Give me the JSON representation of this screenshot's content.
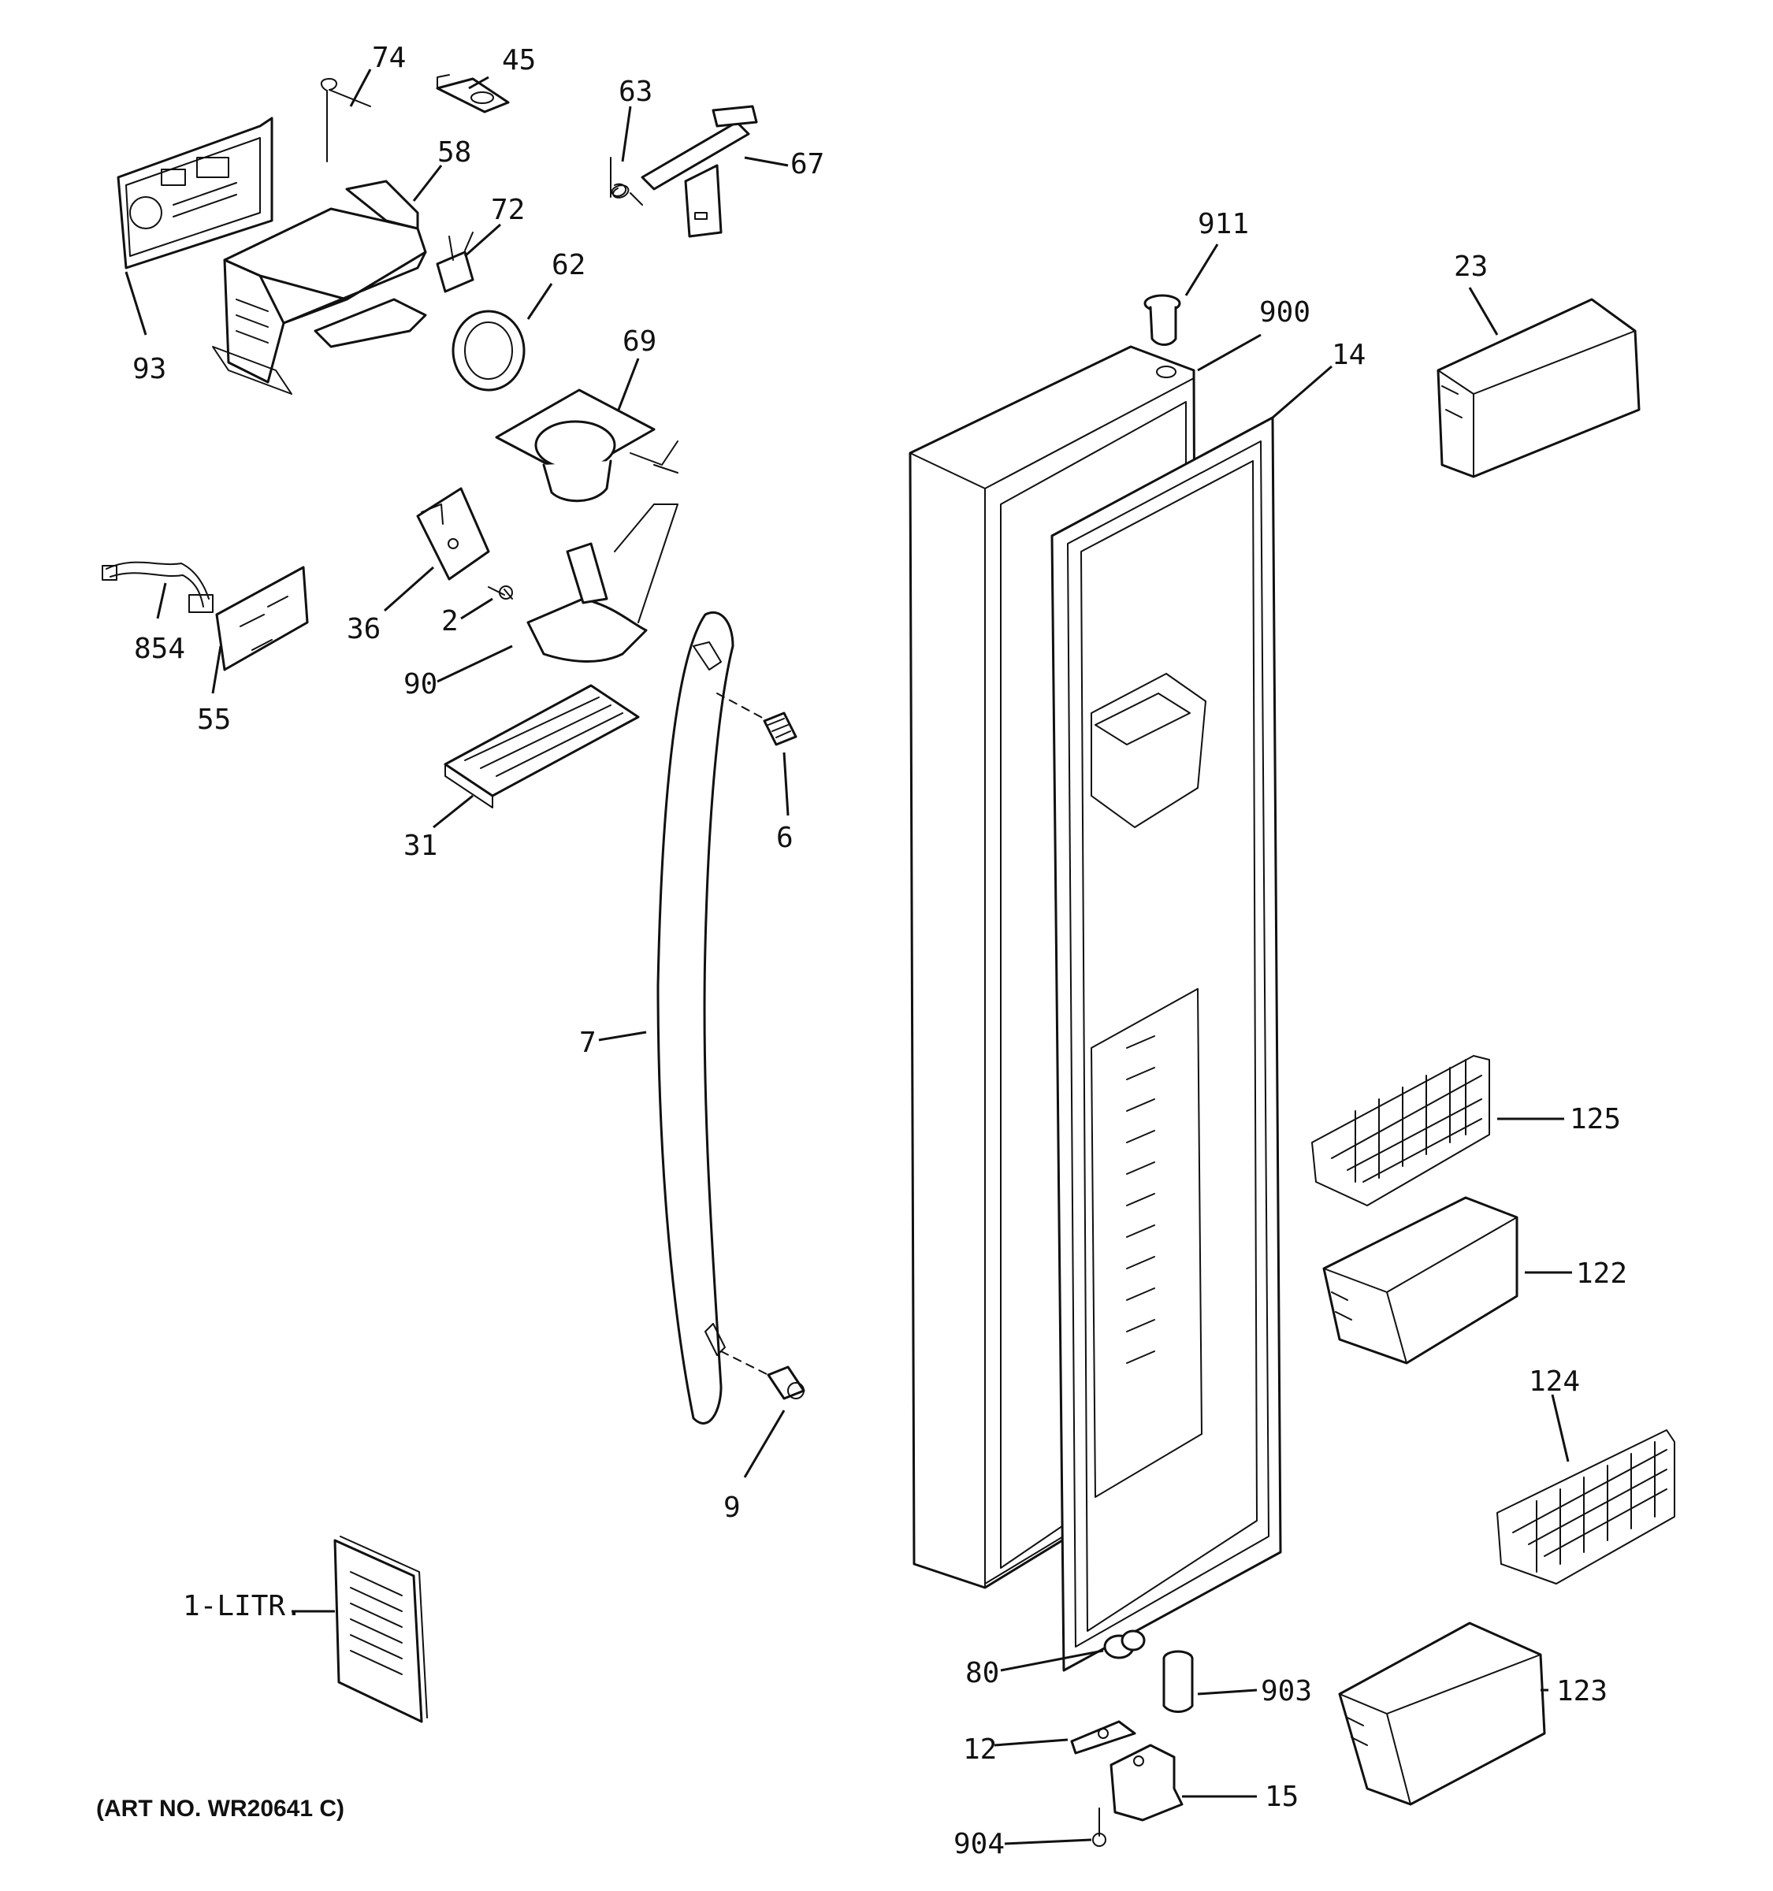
{
  "callouts": [
    {
      "id": "74",
      "text": "74"
    },
    {
      "id": "45",
      "text": "45"
    },
    {
      "id": "63",
      "text": "63"
    },
    {
      "id": "67",
      "text": "67"
    },
    {
      "id": "58",
      "text": "58"
    },
    {
      "id": "72",
      "text": "72"
    },
    {
      "id": "62",
      "text": "62"
    },
    {
      "id": "93",
      "text": "93"
    },
    {
      "id": "69",
      "text": "69"
    },
    {
      "id": "911",
      "text": "911"
    },
    {
      "id": "900",
      "text": "900"
    },
    {
      "id": "14",
      "text": "14"
    },
    {
      "id": "23",
      "text": "23"
    },
    {
      "id": "36",
      "text": "36"
    },
    {
      "id": "2",
      "text": "2"
    },
    {
      "id": "854",
      "text": "854"
    },
    {
      "id": "55",
      "text": "55"
    },
    {
      "id": "90",
      "text": "90"
    },
    {
      "id": "6",
      "text": "6"
    },
    {
      "id": "31",
      "text": "31"
    },
    {
      "id": "7",
      "text": "7"
    },
    {
      "id": "125",
      "text": "125"
    },
    {
      "id": "122",
      "text": "122"
    },
    {
      "id": "124",
      "text": "124"
    },
    {
      "id": "9",
      "text": "9"
    },
    {
      "id": "1-litr",
      "text": "1-LITR."
    },
    {
      "id": "80",
      "text": "80"
    },
    {
      "id": "903",
      "text": "903"
    },
    {
      "id": "123",
      "text": "123"
    },
    {
      "id": "12",
      "text": "12"
    },
    {
      "id": "15",
      "text": "15"
    },
    {
      "id": "904",
      "text": "904"
    }
  ],
  "art_number": "(ART NO. WR20641 C)"
}
